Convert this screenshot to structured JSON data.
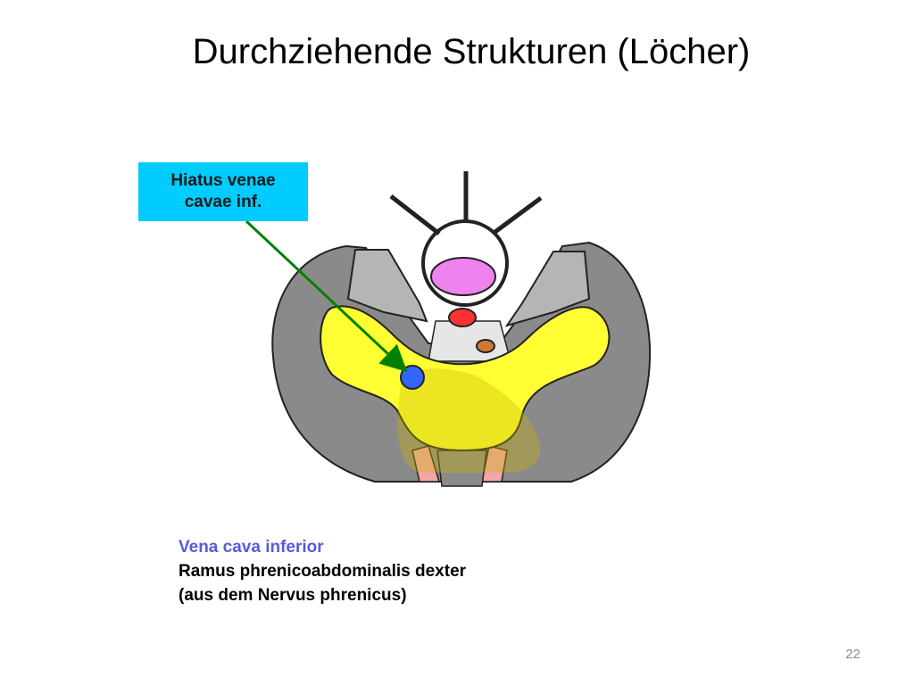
{
  "slide": {
    "title": "Durchziehende Strukturen (Löcher)",
    "page_number": "22"
  },
  "callout": {
    "line1": "Hiatus venae",
    "line2": "cavae inf."
  },
  "legend": {
    "vein_label": "Vena cava inferior",
    "nerve_label_line1": "Ramus phrenicoabdominalis dexter",
    "nerve_label_line2": "(aus dem Nervus phrenicus)"
  },
  "colors": {
    "callout_bg": "#00ccff",
    "arrow": "#008000",
    "vein_text": "#5a5adc",
    "muscle_outer": "#8a8a8a",
    "muscle_inner": "#b5b5b5",
    "central_tendon": "#ffff33",
    "vena_cava": "#3366ff",
    "vertebral_body": "#ee82ee",
    "aorta": "#ff3333",
    "esophagus_small": "#cc7a33"
  }
}
